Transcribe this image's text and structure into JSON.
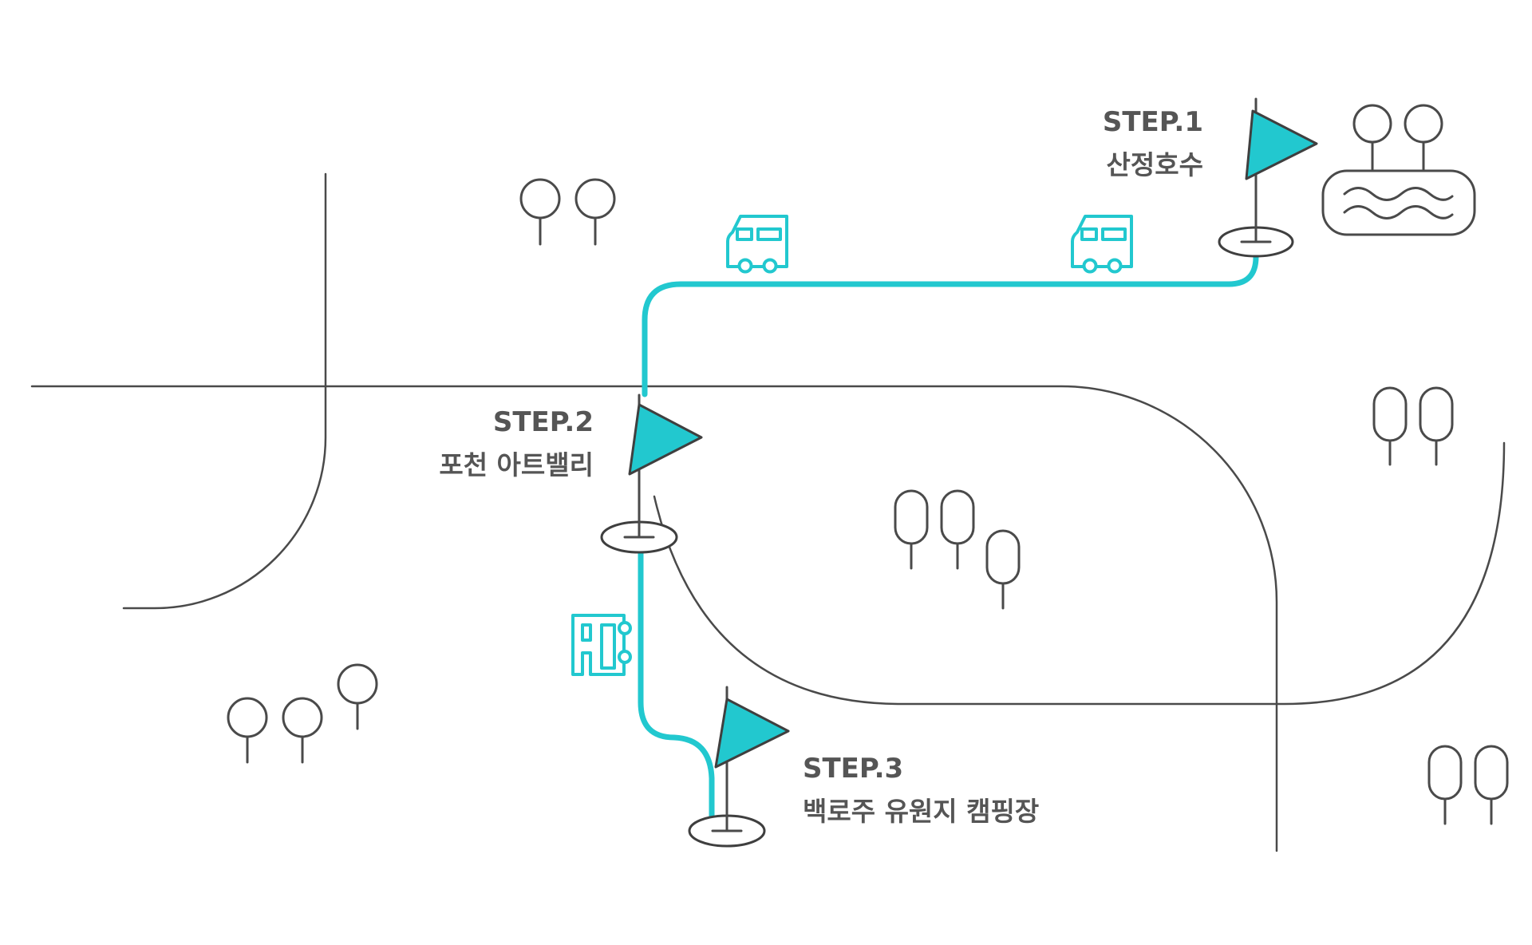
{
  "colors": {
    "route": "#22c8cf",
    "line": "#4a4a4a",
    "text": "#555555"
  },
  "icons": [
    "flag-icon",
    "tree-icon",
    "camper-van-icon",
    "lake-icon",
    "building-icon"
  ],
  "route_steps": [
    {
      "step": "STEP.1",
      "place": "산정호수"
    },
    {
      "step": "STEP.2",
      "place": "포천 아트밸리"
    },
    {
      "step": "STEP.3",
      "place": "백로주 유원지 캠핑장"
    }
  ]
}
